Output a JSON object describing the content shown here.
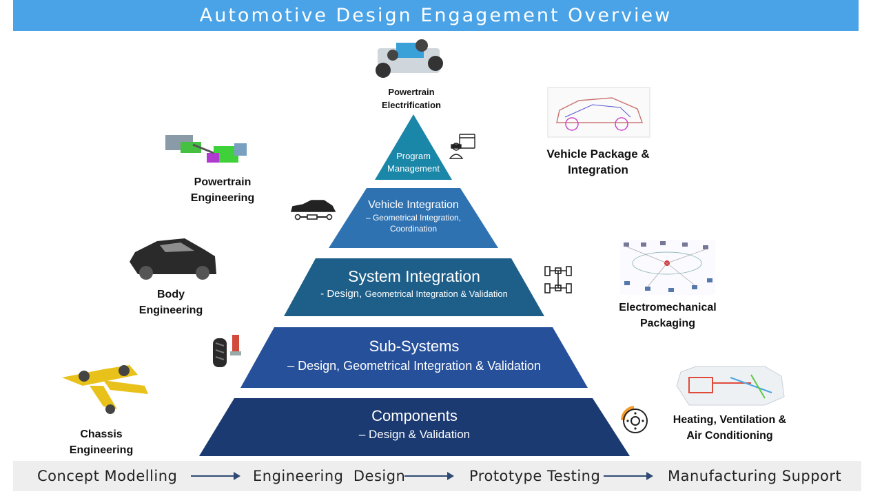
{
  "title": "Automotive Design Engagement Overview",
  "pyramid": {
    "tier1": {
      "title": "Program",
      "title2": "Management"
    },
    "tier2": {
      "title": "Vehicle Integration",
      "sub1": "– Geometrical Integration,",
      "sub2": "Coordination"
    },
    "tier3": {
      "title": "System Integration",
      "sub_prefix": "- Design,",
      "sub_rest": "Geometrical Integration & Validation"
    },
    "tier4": {
      "title": "Sub-Systems",
      "sub": "– Design, Geometrical Integration & Validation"
    },
    "tier5": {
      "title": "Components",
      "sub": "– Design & Validation"
    }
  },
  "labels": {
    "powertrain_electrification": {
      "line1": "Powertrain",
      "line2": "Electrification"
    },
    "vehicle_package": {
      "line1": "Vehicle Package &",
      "line2": "Integration"
    },
    "powertrain_engineering": {
      "line1": "Powertrain",
      "line2": "Engineering"
    },
    "body_engineering": {
      "line1": "Body",
      "line2": "Engineering"
    },
    "electromechanical": {
      "line1": "Electromechanical",
      "line2": "Packaging"
    },
    "chassis": {
      "line1": "Chassis",
      "line2": "Engineering"
    },
    "hvac": {
      "line1": "Heating, Ventilation &",
      "line2": "Air Conditioning"
    }
  },
  "footer": {
    "stages": [
      "Concept Modelling",
      "Engineering  Design",
      "Prototype Testing",
      "Manufacturing Support"
    ]
  },
  "colors": {
    "title_bar": "#4aa3e6",
    "tier1": "#1a86a8",
    "tier2": "#2f72b2",
    "tier3": "#1e5f8a",
    "tier4": "#27509a",
    "tier5": "#1b3a72"
  },
  "icons": [
    "developer-icon",
    "car-icon",
    "chassis-layout-icon",
    "tire-shock-icon",
    "brake-disc-icon"
  ]
}
